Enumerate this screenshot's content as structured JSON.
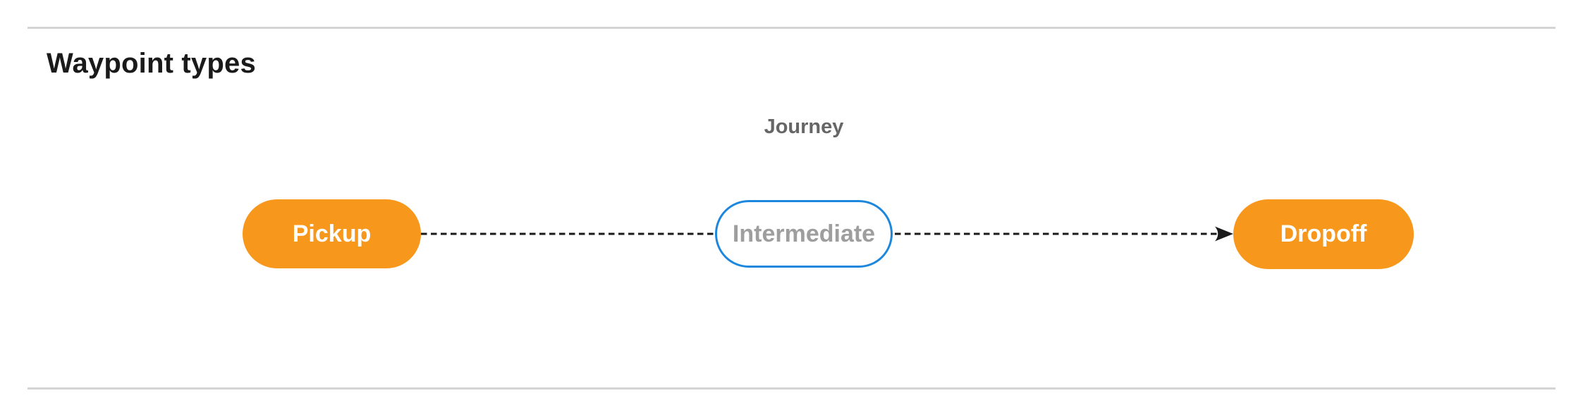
{
  "page": {
    "title": "Waypoint types"
  },
  "diagram": {
    "journey_label": "Journey",
    "nodes": [
      {
        "id": "pickup",
        "label": "Pickup",
        "kind": "terminal"
      },
      {
        "id": "intermediate",
        "label": "Intermediate",
        "kind": "via"
      },
      {
        "id": "dropoff",
        "label": "Dropoff",
        "kind": "terminal"
      }
    ],
    "edge": {
      "style": "dashed",
      "direction": "left-to-right",
      "from": "Pickup",
      "through": "Intermediate",
      "to": "Dropoff"
    },
    "colors": {
      "terminal_fill": "#f7981d",
      "terminal_text": "#ffffff",
      "via_border": "#1c87dc",
      "via_text": "#9e9e9e",
      "edge_stroke": "#1a1a1a",
      "journey_label_text": "#666666",
      "heading_text": "#1a1a1a",
      "divider": "#d4d4d4"
    }
  }
}
